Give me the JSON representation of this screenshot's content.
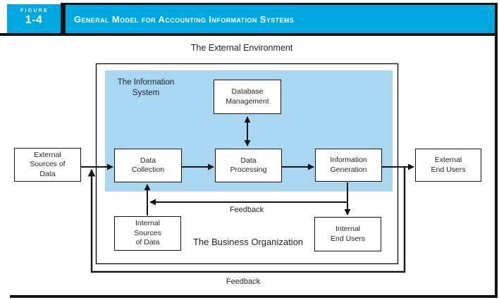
{
  "figure": {
    "label": "FIGURE",
    "number": "1-4",
    "title": "General Model for Accounting Information Systems"
  },
  "regions": {
    "external_environment": "The External Environment",
    "information_system": "The Information\nSystem",
    "business_organization": "The Business Organization"
  },
  "nodes": {
    "external_sources": "External\nSources of\nData",
    "data_collection": "Data\nCollection",
    "data_processing": "Data\nProcessing",
    "information_generation": "Information\nGeneration",
    "external_end_users": "External\nEnd Users",
    "database_management": "Database\nManagement",
    "internal_sources": "Internal\nSources\nof Data",
    "internal_end_users": "Internal\nEnd Users"
  },
  "annotations": {
    "feedback_internal": "Feedback",
    "feedback_external": "Feedback"
  },
  "colors": {
    "header_bg": "#00A8E1",
    "info_system_bg": "#A9D7F1",
    "text": "#231F20",
    "line": "#141414",
    "node_bg": "#FFFFFF"
  }
}
